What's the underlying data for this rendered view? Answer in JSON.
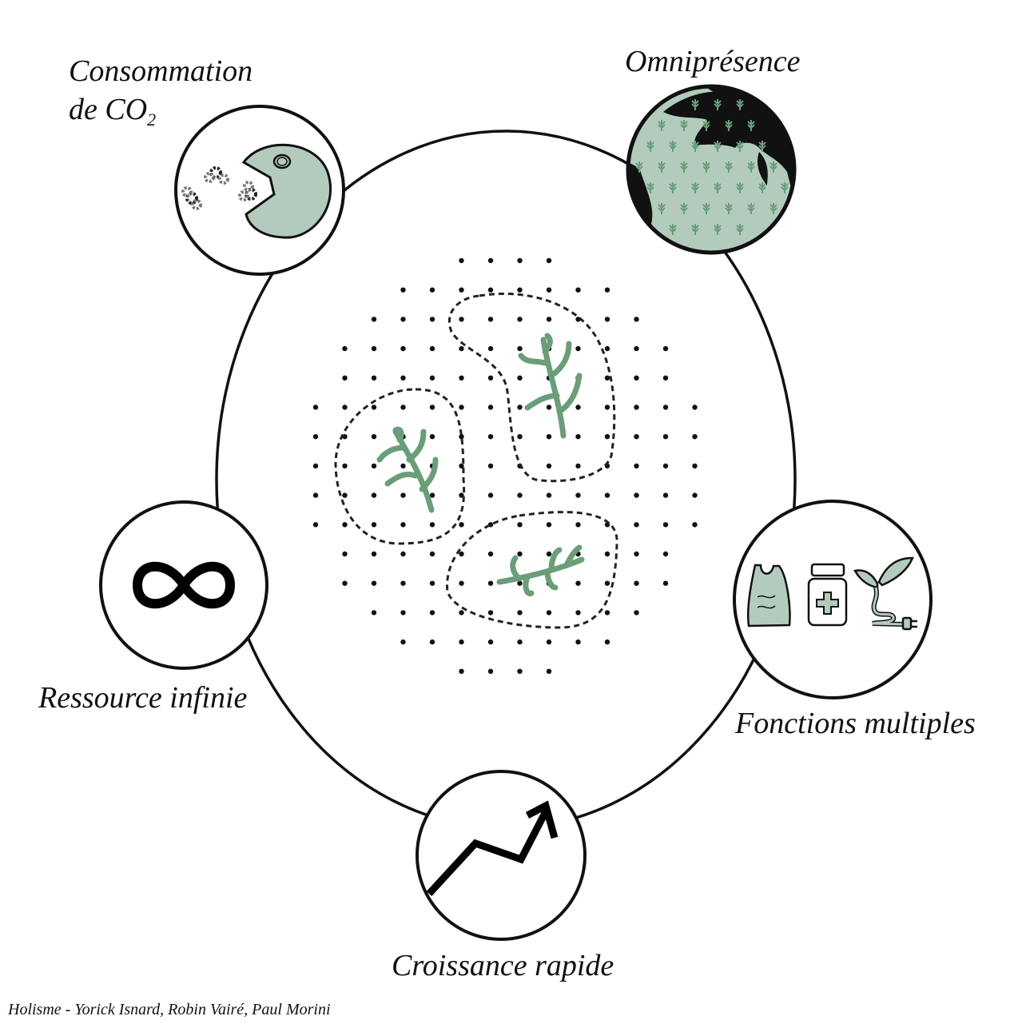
{
  "labels": {
    "co2_line1": "Consommation",
    "co2_line2": "de CO",
    "co2_sub": "2",
    "omnipresence": "Omniprésence",
    "infinite": "Ressource infinie",
    "functions": "Fonctions multiples",
    "growth": "Croissance rapide"
  },
  "footer": "Holisme - Yorick Isnard, Robin Vairé, Paul Morini",
  "colors": {
    "sage": "#b3cbbd",
    "seaweed": "#6a9e78",
    "ink": "#111111"
  },
  "icons": [
    "pacman-co2-icon",
    "globe-icon",
    "infinity-icon",
    "plastic-bag-icon",
    "medicine-bottle-icon",
    "plant-plug-icon",
    "growth-arrow-icon",
    "seaweed-icon"
  ]
}
